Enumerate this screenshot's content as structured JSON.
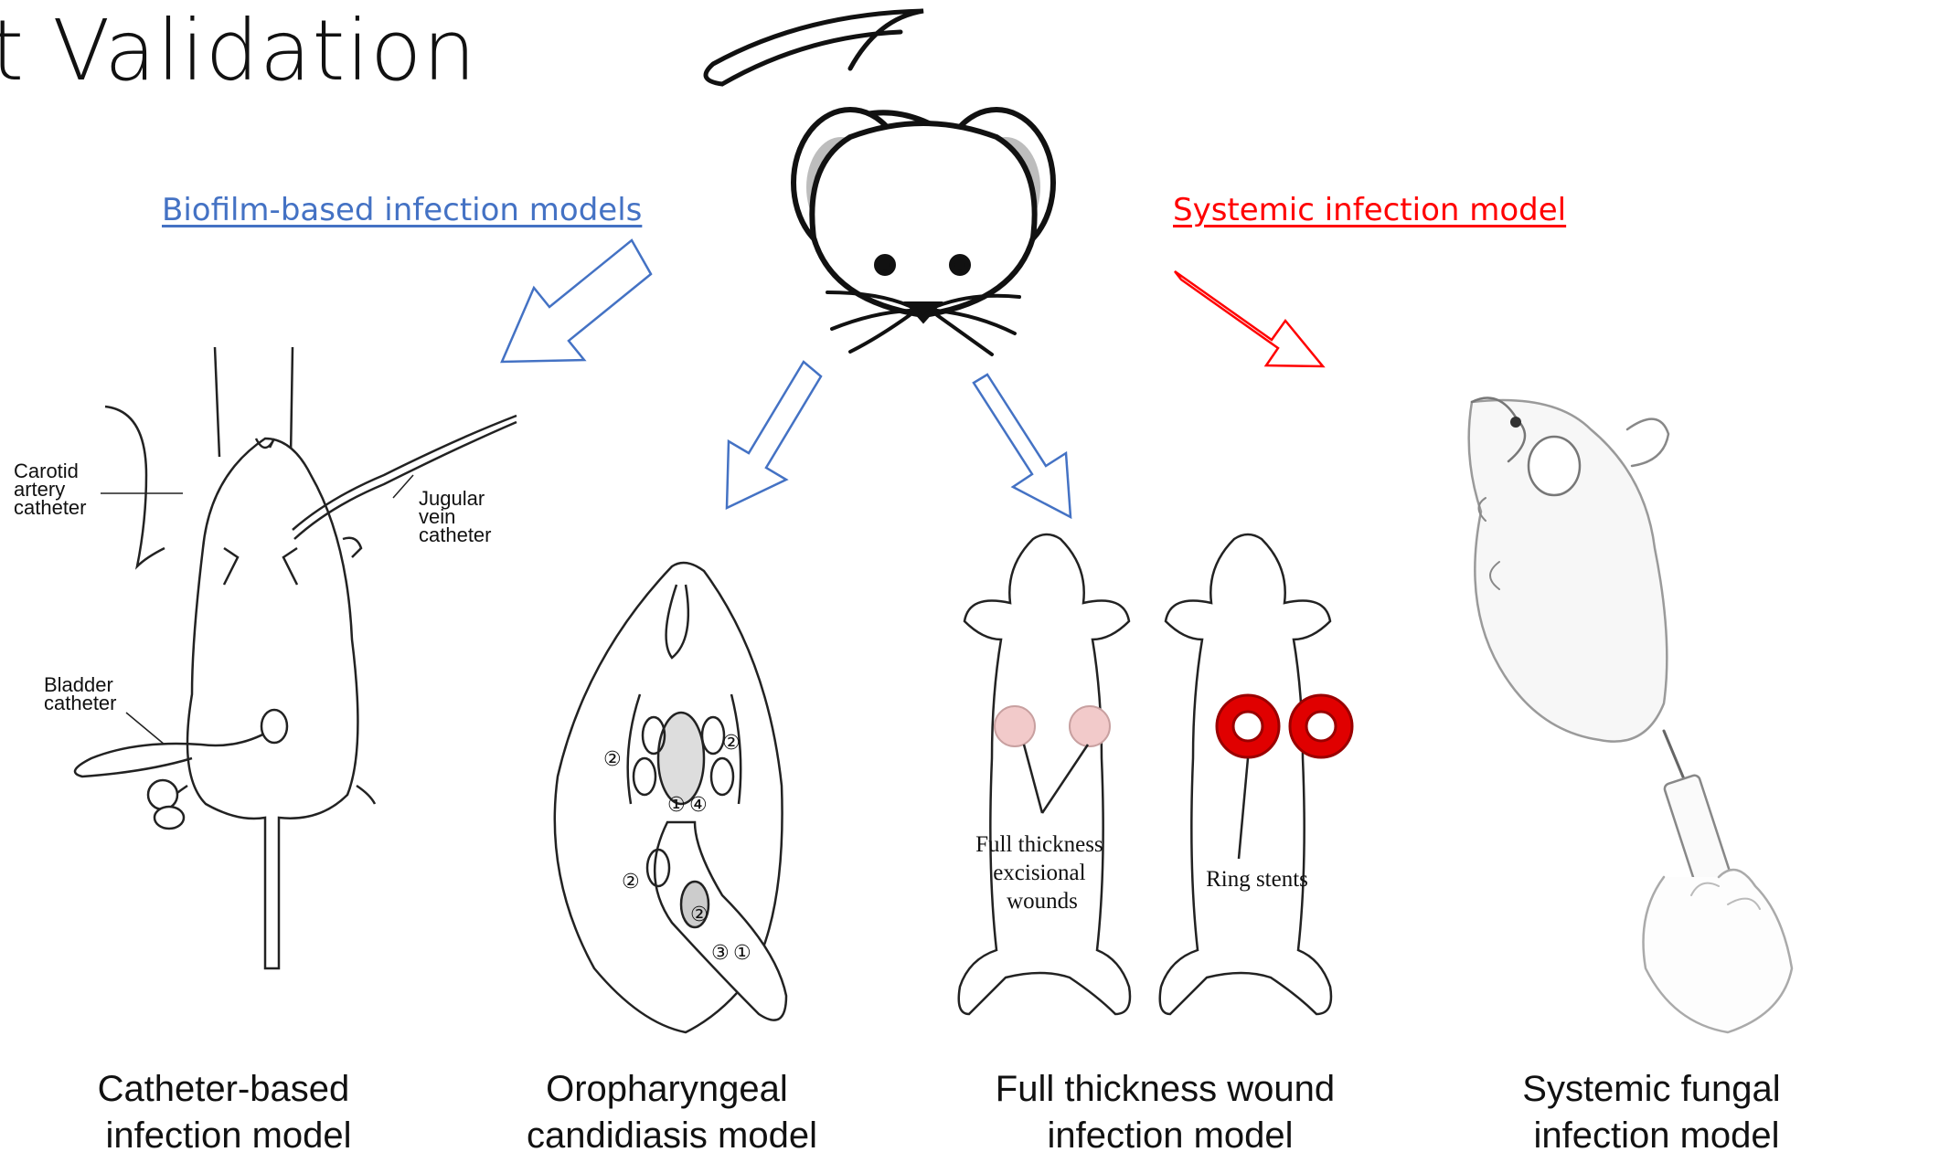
{
  "title": "t Validation",
  "branches": {
    "biofilm": {
      "label": "Biofilm-based infection models",
      "color": "#4472c4"
    },
    "systemic": {
      "label": "Systemic infection model",
      "color": "#ff0000"
    }
  },
  "panels": {
    "catheter": {
      "labels": {
        "carotid": [
          "Carotid",
          "artery",
          "catheter"
        ],
        "jugular": [
          "Jugular",
          "vein",
          "catheter"
        ],
        "bladder": [
          "Bladder",
          "catheter"
        ]
      },
      "caption": [
        "Catheter-based",
        "infection model"
      ]
    },
    "oropharyngeal": {
      "markers": [
        "②",
        "②",
        "②",
        "①",
        "④",
        "②",
        "③",
        "①"
      ],
      "caption": [
        "Oropharyngeal",
        "candidiasis model"
      ]
    },
    "wound": {
      "labels": {
        "wounds": [
          "Full thickness",
          "excisional",
          "wounds"
        ],
        "stents": "Ring stents"
      },
      "caption": [
        "Full thickness wound",
        "infection model"
      ]
    },
    "systemic": {
      "caption": [
        "Systemic fungal",
        "infection model"
      ]
    }
  },
  "colors": {
    "biofilm_arrow": "#4472c4",
    "systemic_arrow": "#ff0000",
    "ring_stent": "#e00000",
    "wound": "#f2caca"
  }
}
